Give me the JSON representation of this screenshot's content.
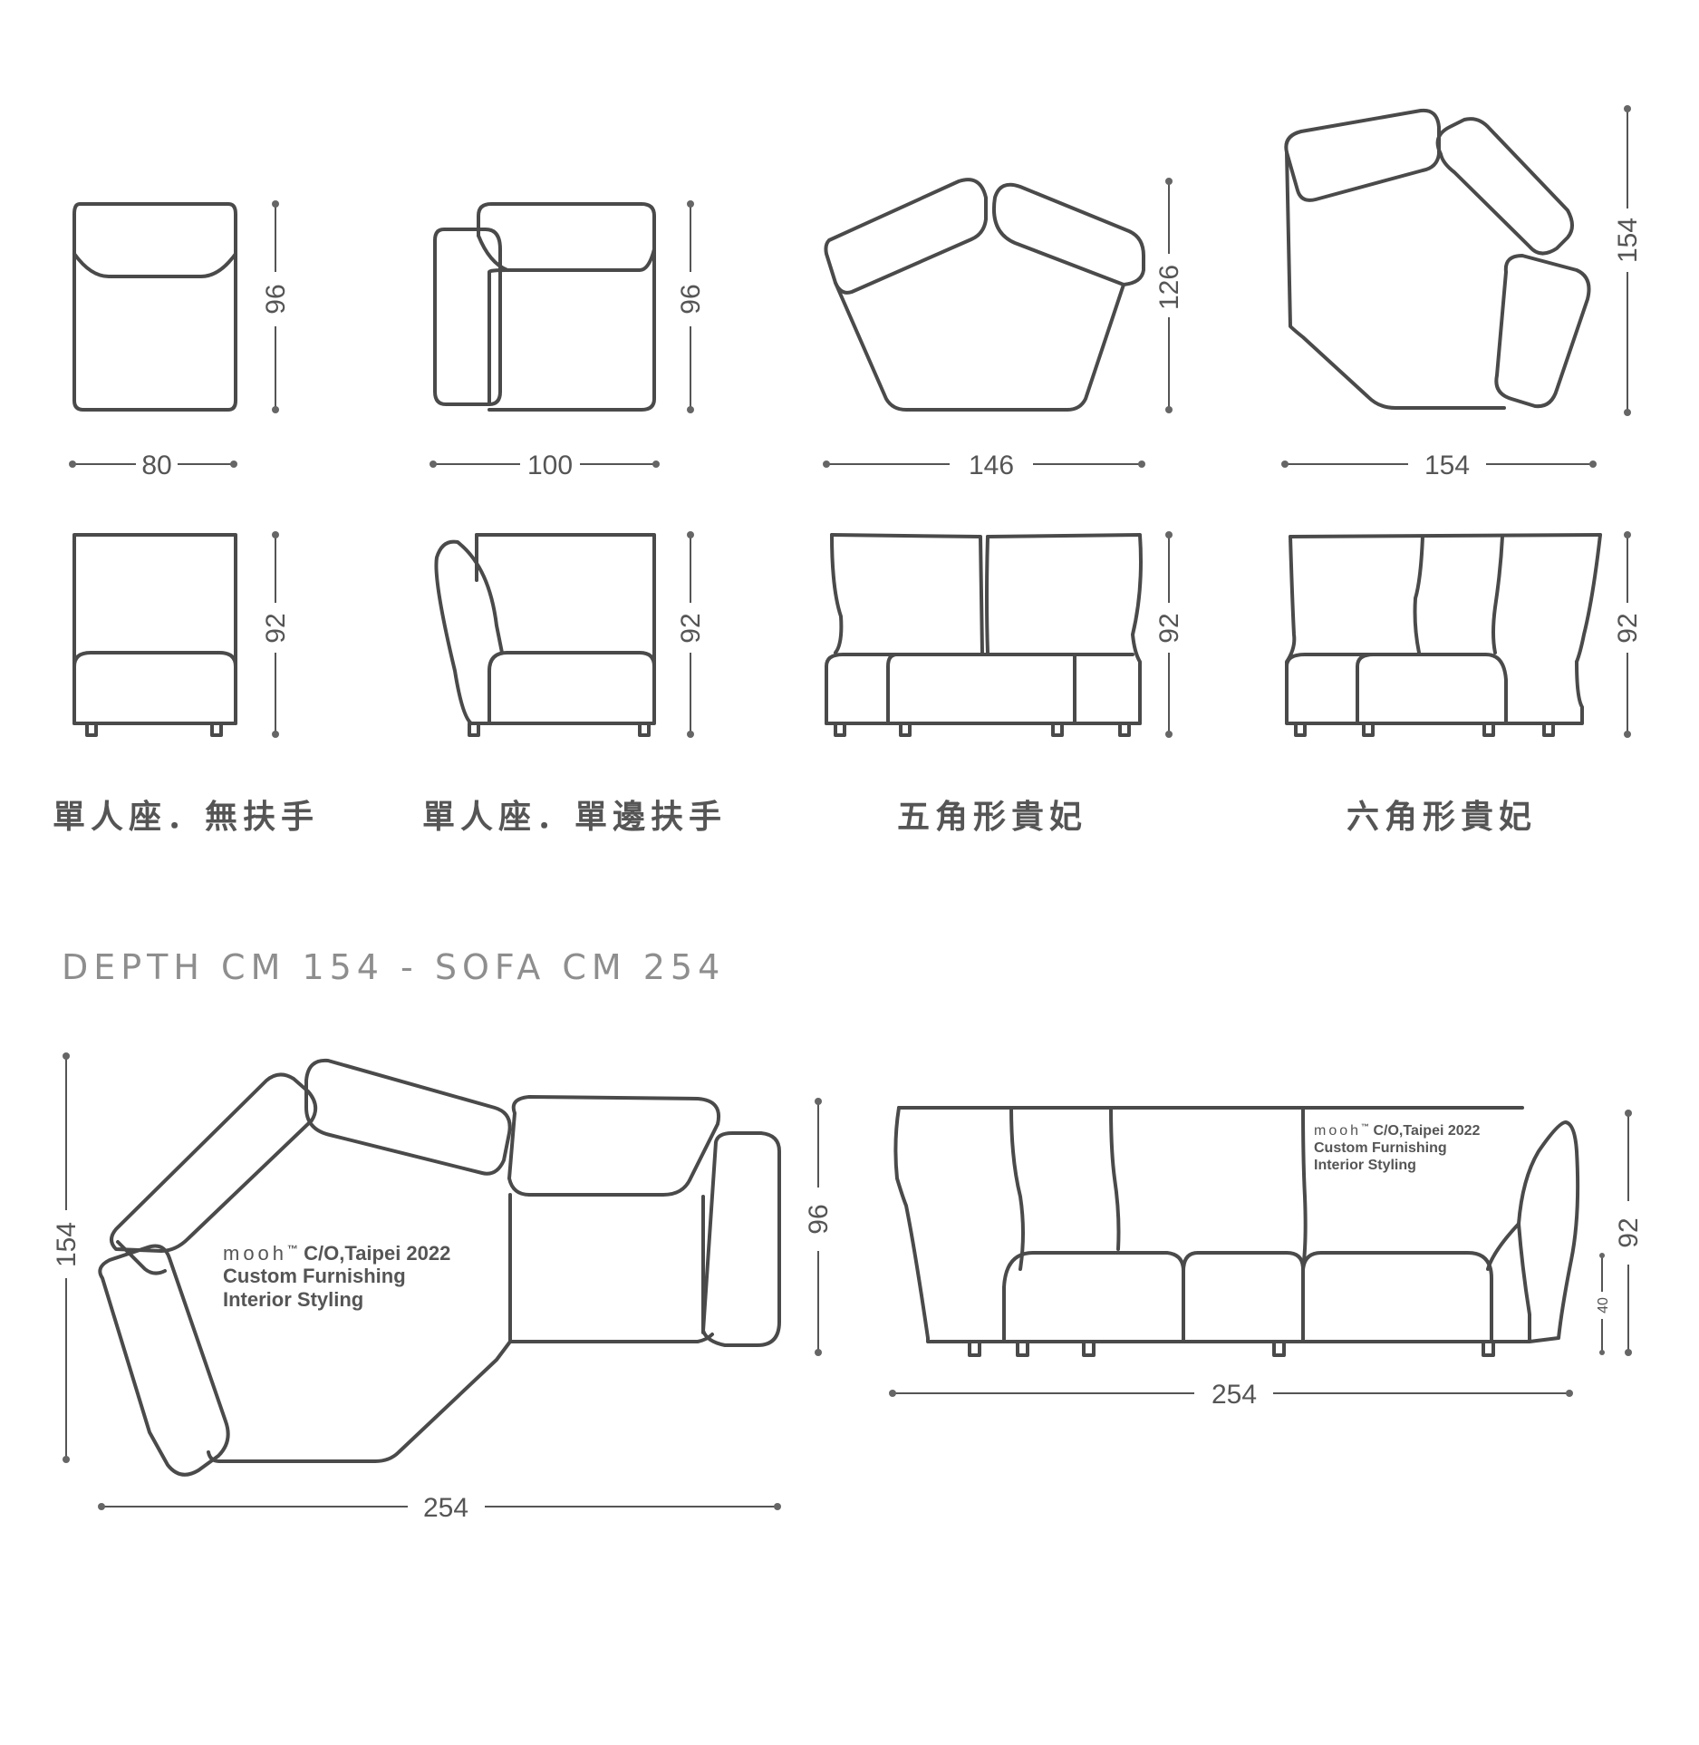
{
  "modules": [
    {
      "name": "單人座．無扶手",
      "width": "80",
      "depth": "96",
      "height": "92"
    },
    {
      "name": "單人座．單邊扶手",
      "width": "100",
      "depth": "96",
      "height": "92"
    },
    {
      "name": "五角形貴妃",
      "width": "146",
      "depth": "126",
      "height": "92"
    },
    {
      "name": "六角形貴妃",
      "width": "154",
      "depth": "154",
      "height": "92"
    }
  ],
  "combo": {
    "title": "DEPTH CM 154 - SOFA CM 254",
    "plan_width": "254",
    "plan_depth": "154",
    "plan_module_depth": "96",
    "front_width": "254",
    "front_height": "92",
    "seat_height": "40"
  },
  "watermark": {
    "line1_brand": "mooh",
    "line1_tm": "™",
    "line1_rest": " C/O,Taipei 2022",
    "line2": "Custom Furnishing",
    "line3": "Interior  Styling"
  }
}
